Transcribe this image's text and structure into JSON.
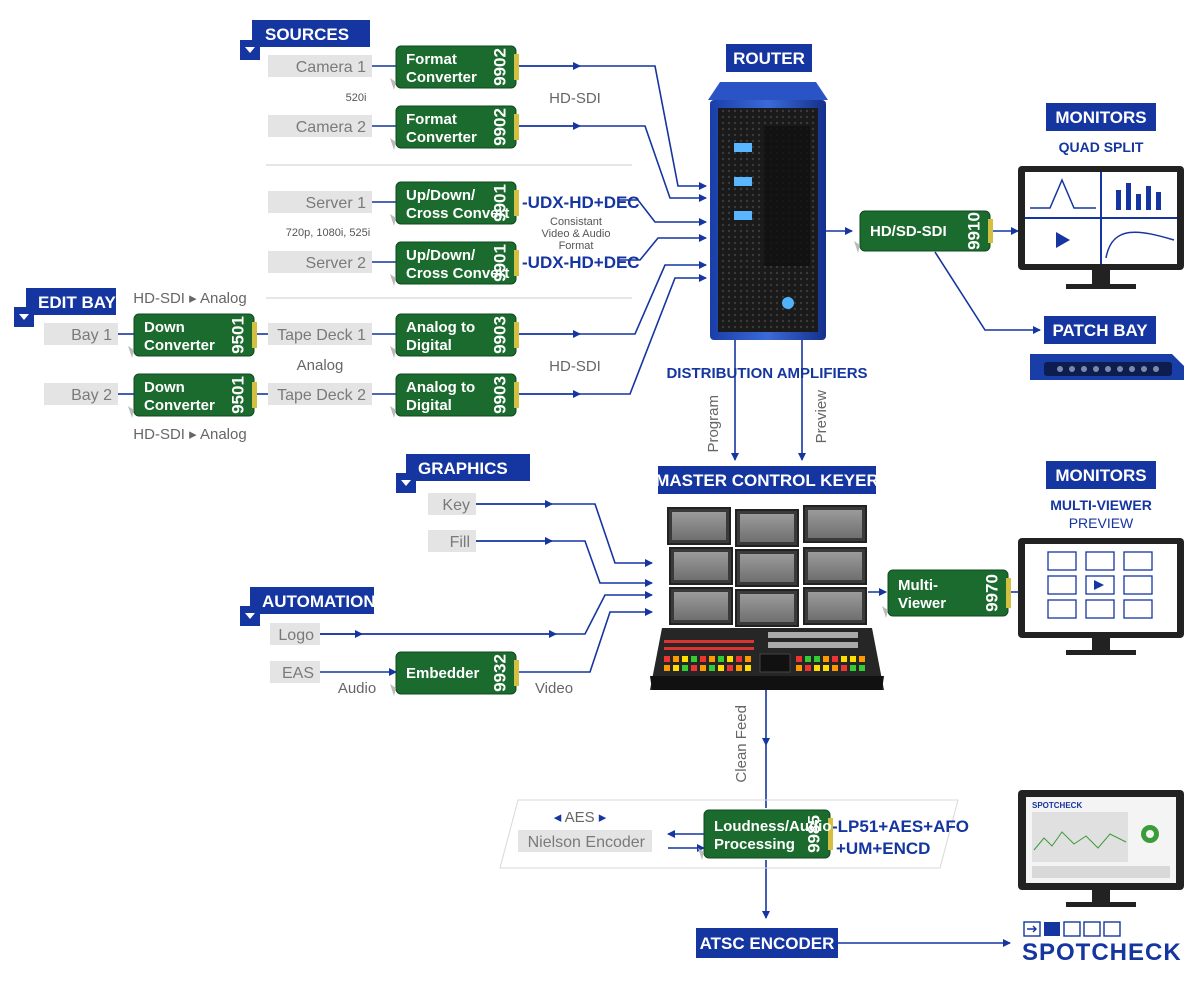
{
  "headers": {
    "sources": "SOURCES",
    "router": "ROUTER",
    "monitors_top": "MONITORS",
    "quad_split": "QUAD SPLIT",
    "edit_bay": "EDIT BAY",
    "patch_bay": "PATCH BAY",
    "distribution_amplifiers": "DISTRIBUTION AMPLIFIERS",
    "graphics": "GRAPHICS",
    "master_control_keyer": "MASTER CONTROL KEYER",
    "monitors_bottom": "MONITORS",
    "multi_viewer": "MULTI-VIEWER",
    "preview": "PREVIEW",
    "automation": "AUTOMATION",
    "atsc_encoder": "ATSC ENCODER"
  },
  "sources": [
    "Camera 1",
    "Camera 2",
    "Server 1",
    "Server 2"
  ],
  "edit_bay": [
    "Bay 1",
    "Bay 2"
  ],
  "tape_decks": [
    "Tape Deck 1",
    "Tape Deck 2"
  ],
  "graphics_inputs": [
    "Key",
    "Fill"
  ],
  "automation_inputs": [
    "Logo",
    "EAS"
  ],
  "nielson": "Nielson Encoder",
  "aes": "AES",
  "cards": {
    "format_converter_1": {
      "line1": "Format",
      "line2": "Converter",
      "num": "9902"
    },
    "format_converter_2": {
      "line1": "Format",
      "line2": "Converter",
      "num": "9902"
    },
    "udx_1": {
      "line1": "Up/Down/",
      "line2": "Cross Convert",
      "num": "9901"
    },
    "udx_2": {
      "line1": "Up/Down/",
      "line2": "Cross Convert",
      "num": "9901"
    },
    "down_1": {
      "line1": "Down",
      "line2": "Converter",
      "num": "9501"
    },
    "down_2": {
      "line1": "Down",
      "line2": "Converter",
      "num": "9501"
    },
    "a2d_1": {
      "line1": "Analog to",
      "line2": "Digital",
      "num": "9903"
    },
    "a2d_2": {
      "line1": "Analog to",
      "line2": "Digital",
      "num": "9903"
    },
    "hdsd": {
      "line1": "HD/SD-SDI",
      "num": "9910"
    },
    "multiviewer": {
      "line1": "Multi-",
      "line2": "Viewer",
      "num": "9970"
    },
    "embedder": {
      "line1": "Embedder",
      "num": "9932"
    },
    "loudness": {
      "line1": "Loudness/Audio",
      "line2": "Processing",
      "num": "9985"
    }
  },
  "labels": {
    "fmt_520i": "520i",
    "hd_sdi_top": "HD-SDI",
    "udx_option_1": "-UDX-HD+DEC",
    "udx_option_2": "-UDX-HD+DEC",
    "consistant_1": "Consistant",
    "consistant_2": "Video & Audio",
    "consistant_3": "Format",
    "fmt_720p": "720p, 1080i, 525i",
    "hd_sdi_analog_top": "HD-SDI ▸ Analog",
    "hd_sdi_analog_bottom": "HD-SDI ▸ Analog",
    "analog": "Analog",
    "hd_sdi_mid": "HD-SDI",
    "program": "Program",
    "preview_v": "Preview",
    "audio": "Audio",
    "video": "Video",
    "clean_feed": "Clean Feed",
    "lp51_1": "-LP51+AES+AFO",
    "lp51_2": "+UM+ENCD"
  },
  "brand": {
    "line1": "SPOTCHECK",
    "screen_title": "SPOTCHECK"
  },
  "colors": {
    "blue": "#1535a0",
    "card_green": "#1b6b2e",
    "source_gray": "#e4e4e4"
  }
}
